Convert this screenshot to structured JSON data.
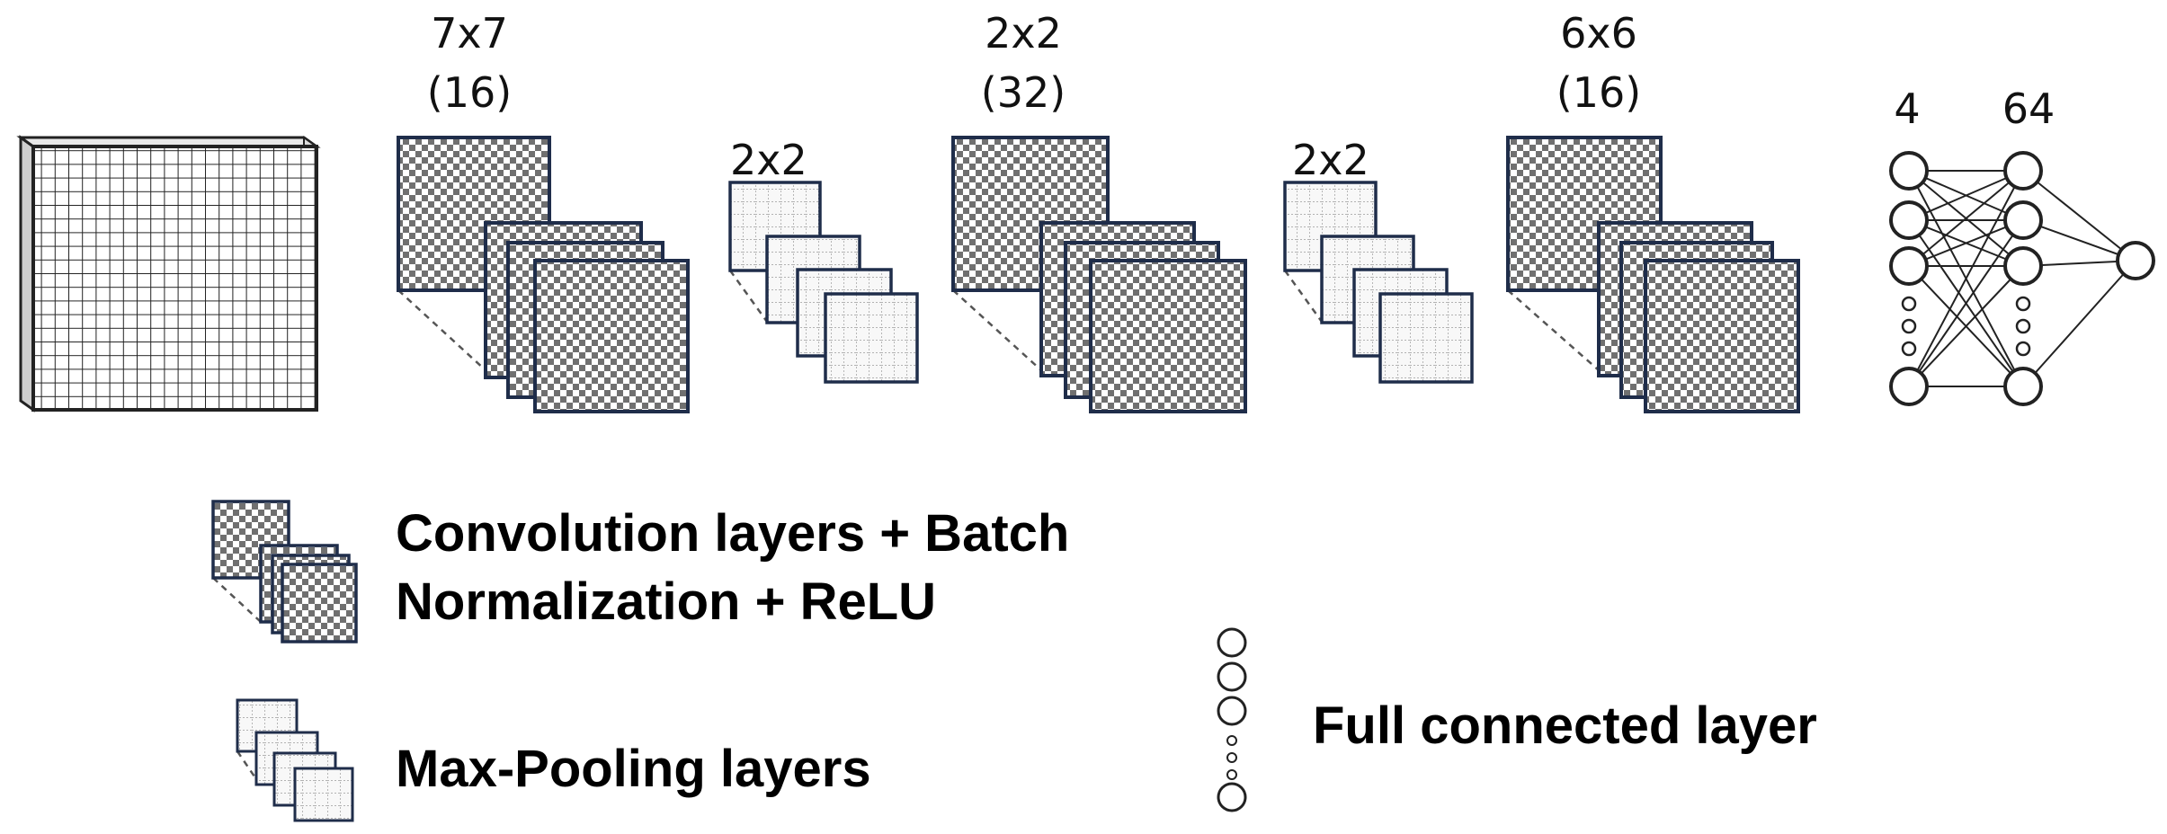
{
  "diagram": {
    "layers": [
      {
        "type": "input"
      },
      {
        "type": "conv",
        "kernel": "7x7",
        "filters": "(16)"
      },
      {
        "type": "pool",
        "kernel": "2x2"
      },
      {
        "type": "conv",
        "kernel": "2x2",
        "filters": "(32)"
      },
      {
        "type": "pool",
        "kernel": "2x2"
      },
      {
        "type": "conv",
        "kernel": "6x6",
        "filters": "(16)"
      },
      {
        "type": "fc",
        "layer_sizes": [
          "4",
          "64"
        ]
      }
    ],
    "legend": {
      "conv_line1": "Convolution layers + Batch",
      "conv_line2": "Normalization + ReLU",
      "pool": "Max-Pooling layers",
      "fc": "Full connected layer"
    },
    "colors": {
      "block_border": "#1f2d4a",
      "checker_dark": "#707070",
      "line": "#222222"
    }
  }
}
